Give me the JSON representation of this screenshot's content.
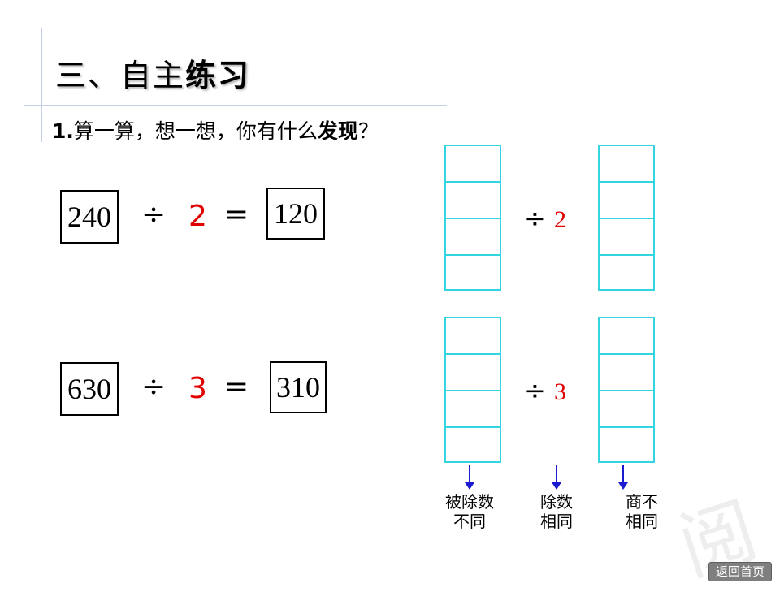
{
  "slide": {
    "title_plain": "三、自主",
    "title_bold": "练习",
    "question": {
      "number": "1.",
      "text": "算一算，想一想，你有什么",
      "emphasis": "发现",
      "end": "？"
    }
  },
  "equations": [
    {
      "dividend_display": "240",
      "operator": "÷",
      "divisor": "2",
      "equals": "=",
      "quotient_display": "120"
    },
    {
      "dividend_display": "630",
      "operator": "÷",
      "divisor": "3",
      "equals": "=",
      "quotient_display": "310"
    }
  ],
  "pattern_groups": [
    {
      "operator": "÷",
      "divisor": "2"
    },
    {
      "operator": "÷",
      "divisor": "3"
    }
  ],
  "conclusions": [
    {
      "line1": "被除数",
      "line2": "不同"
    },
    {
      "line1": "除数",
      "line2": "相同"
    },
    {
      "line1": "商不",
      "line2": "相同"
    }
  ],
  "watermark": "阅",
  "nav": {
    "back_home": "返回首页"
  },
  "colors": {
    "accent_red": "#e00000",
    "grid_cyan": "#33d6e0",
    "arrow_blue": "#1a1ad0"
  }
}
